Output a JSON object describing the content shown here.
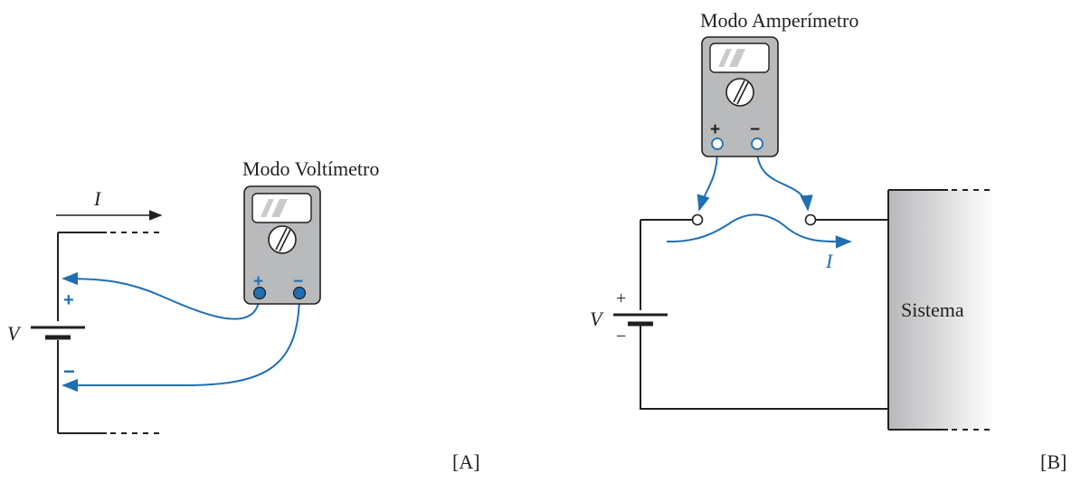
{
  "panel_a": {
    "meter_title": "Modo Voltímetro",
    "current_label": "I",
    "voltage_label": "V",
    "plus_sign": "+",
    "minus_sign": "−",
    "probe_plus": "+",
    "probe_minus": "−",
    "panel_tag": "[A]"
  },
  "panel_b": {
    "meter_title": "Modo Amperímetro",
    "current_label": "I",
    "voltage_label": "V",
    "plus_sign": "+",
    "minus_sign": "−",
    "probe_plus": "+",
    "probe_minus": "−",
    "system_label": "Sistema",
    "panel_tag": "[B]"
  },
  "colors": {
    "wire": "#231f20",
    "lead": "#1f6fb2",
    "meter_body": "#b9babc",
    "meter_face": "#ffffff",
    "display_marks": "#c9cacc",
    "terminal_fill": "#1f6fb2",
    "system_gradient_start": "#b7b8ba",
    "system_gradient_end": "#ffffff"
  },
  "icons": {
    "battery": "battery-symbol-icon",
    "multimeter": "multimeter-icon",
    "dial": "selector-dial-icon"
  }
}
